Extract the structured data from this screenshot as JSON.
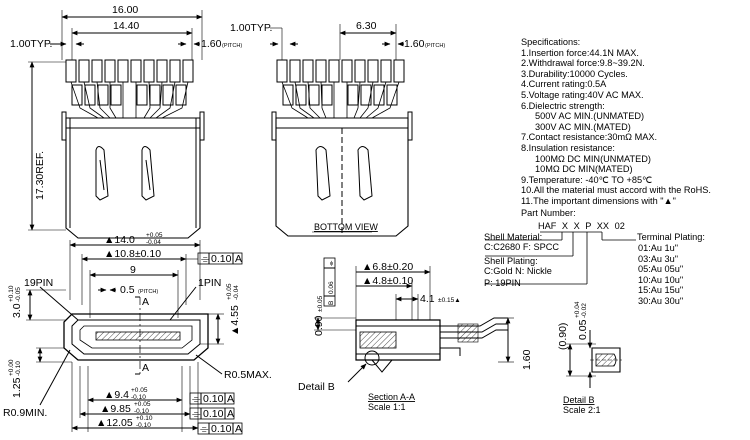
{
  "front_view": {
    "dim_overall_width": "16.00",
    "dim_pin_span": "14.40",
    "dim_typ": "1.00TYP.",
    "dim_pitch": "1.60",
    "pitch_tag": "(PITCH)",
    "dim_ref_height": "17.30REF."
  },
  "bottom_view": {
    "dim_typ": "1.00TYP.",
    "dim_span": "6.30",
    "dim_pitch": "1.60",
    "pitch_tag": "(PITCH)",
    "caption": "BOTTOM VIEW"
  },
  "specifications": {
    "title": "Specifications:",
    "lines": [
      "1.Insertion force:44.1N MAX.",
      "2.Withdrawal force:9.8~39.2N.",
      "3.Durability:10000 Cycles.",
      "4.Current rating:0.5A",
      "5.Voltage rating:40V AC MAX.",
      "6.Dielectric strength:",
      "500V AC MIN.(UNMATED)",
      "300V AC MIN.(MATED)",
      "7.Contact resistance:30mΩ MAX.",
      "8.Insulation resistance:",
      "100MΩ DC MIN(UNMATED)",
      "10MΩ DC MIN(MATED)",
      "9.Temperature: -40℃ TO +85℃",
      "10.All the material must accord with the RoHS.",
      "11.The important dimensions with \"▲\""
    ],
    "indented": [
      6,
      7,
      10,
      11
    ]
  },
  "part_number": {
    "title": "Part Number:",
    "code": "HAF X X P XX 02",
    "shell_material_title": "Shell Material:",
    "shell_material_values": "C:C2680  F: SPCC",
    "shell_plating_title": "Shell Plating:",
    "shell_plating_values": "C:Gold  N: Nickle",
    "pin_option": "P: 19PIN",
    "terminal_plating_title": "Terminal Plating:",
    "terminal_plating": [
      "01:Au 1u\"",
      "03:Au 3u\"",
      "05:Au 05u\"",
      "10:Au 10u\"",
      "15:Au 15u\"",
      "30:Au 30u\""
    ]
  },
  "top_view": {
    "dim_14": "▲14.0",
    "tol_14": [
      "+0.05",
      "-0.04"
    ],
    "dim_108": "▲10.8±0.10",
    "fcf_1": [
      "⌯",
      "0.10",
      "A"
    ],
    "dim_9": "9",
    "dim_05": "0.5",
    "pitch_tag": "(PITCH)",
    "label_19pin": "19PIN",
    "label_1pin": "1PIN",
    "section_mark": "A",
    "dim_30": "3.0",
    "tol_30": [
      "+0.10",
      "-0.05"
    ],
    "dim_455": "▲4.55",
    "tol_455": [
      "+0.05",
      "-0.04"
    ],
    "dim_125": "1.25",
    "tol_125": [
      "+0.00",
      "-0.10"
    ],
    "label_r05": "R0.5MAX.",
    "label_r09": "R0.9MIN.",
    "dim_94": "▲9.4",
    "tol_94": [
      "+0.05",
      "-0.10"
    ],
    "dim_985": "▲9.85",
    "tol_985": [
      "+0.05",
      "-0.10"
    ],
    "dim_1205": "▲12.05",
    "tol_1205": [
      "+0.10",
      "-0.10"
    ],
    "fcf_rows": [
      [
        "⌯",
        "0.10",
        "A"
      ],
      [
        "⌯",
        "0.10",
        "A"
      ],
      [
        "⌯",
        "0.10",
        "A"
      ]
    ]
  },
  "section_view": {
    "dim_09": "0.90",
    "tol_09": "±0.05",
    "fcf_vertical": [
      "⌯",
      "0.06",
      "B"
    ],
    "dim_68": "▲6.8±0.20",
    "dim_48": "▲4.8±0.10",
    "dim_41": "4.1",
    "tol_41": "±0.15▲",
    "dim_160": "1.60",
    "detail_label": "Detail  B",
    "caption_title": "Section A-A",
    "caption_scale": "Scale 1:1"
  },
  "detail_view": {
    "dim_090": "(0.90)",
    "dim_005": "0.05",
    "tol_005": [
      "+0.04",
      "-0.02"
    ],
    "caption_title": "Detail  B",
    "caption_scale": "Scale 2:1"
  },
  "colors": {
    "ink": "#000000",
    "paper": "#ffffff"
  }
}
